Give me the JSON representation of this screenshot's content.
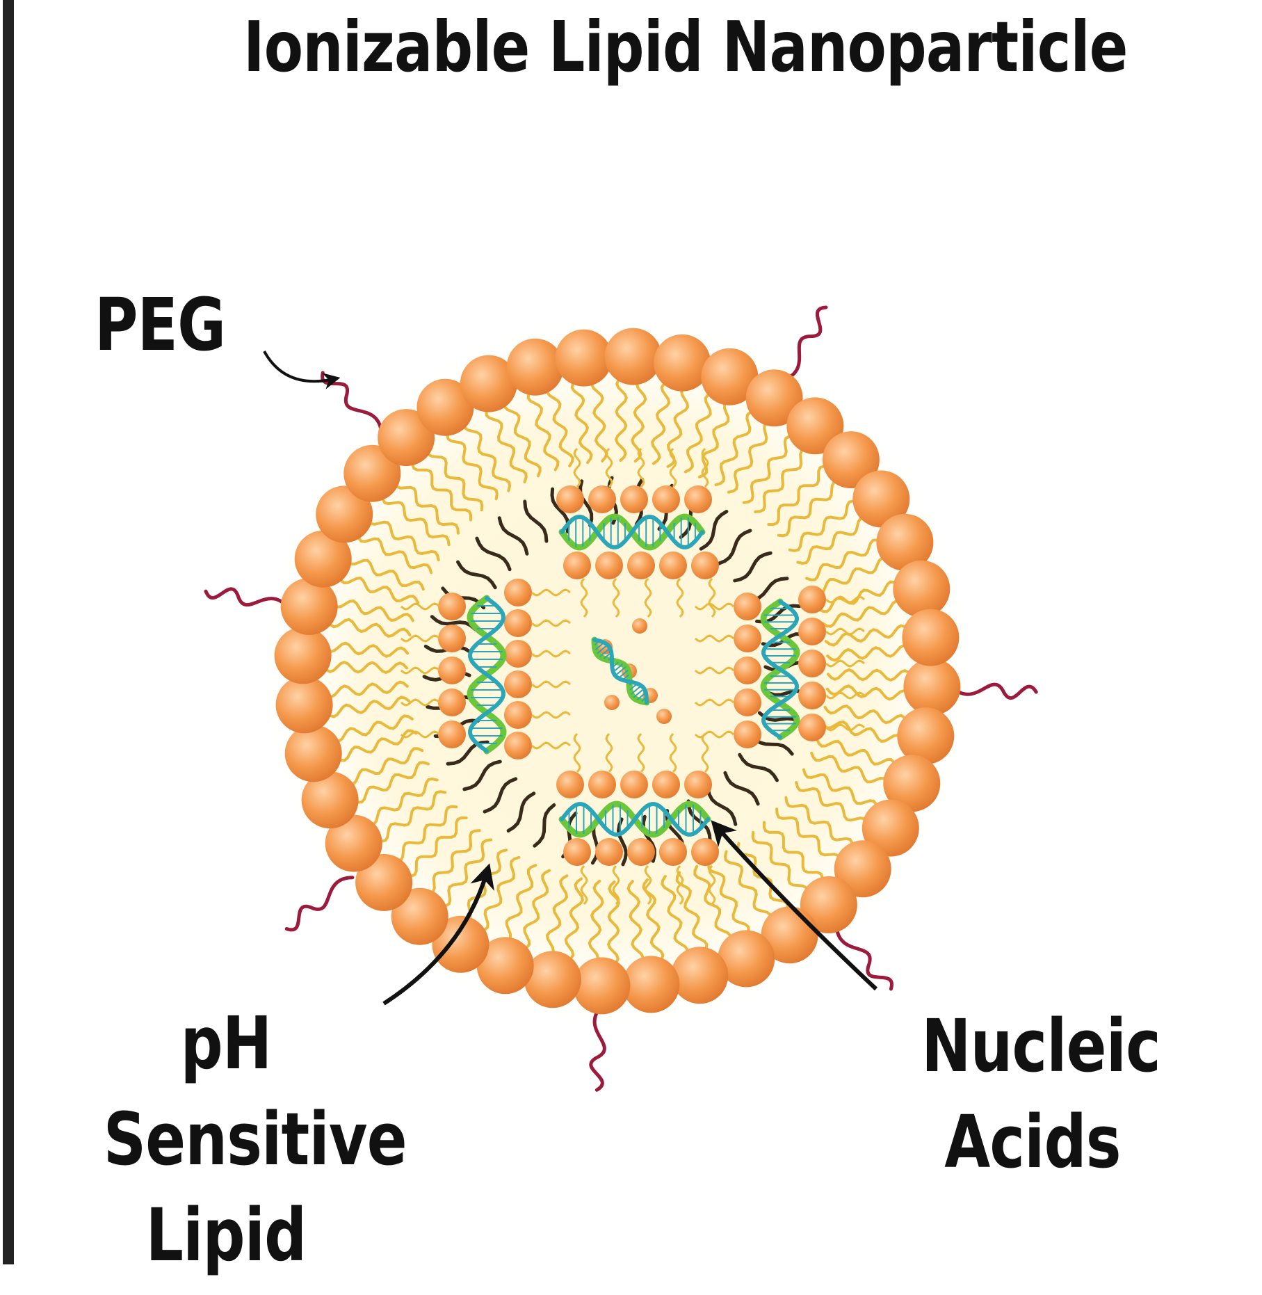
{
  "title": "Ionizable Lipid Nanoparticle",
  "labels": {
    "peg": "PEG",
    "ph_lines": [
      "pH",
      "Sensitive",
      "Lipid"
    ],
    "nucleic_lines": [
      "Nucleic",
      "Acids"
    ]
  },
  "colors": {
    "lipid_head": "#f59a4e",
    "lipid_head_highlight": "#ffd2a6",
    "tail_yellow": "#e8b93a",
    "tail_dark": "#3a2a1a",
    "peg_chain": "#9c1a3c",
    "helix_green": "#6cc63a",
    "helix_teal": "#2aa6b8",
    "arrow": "#111111",
    "border": "#222222"
  },
  "icons": [
    "lipid-head-icon",
    "peg-chain-icon",
    "dna-helix-icon",
    "arrow-icon"
  ]
}
